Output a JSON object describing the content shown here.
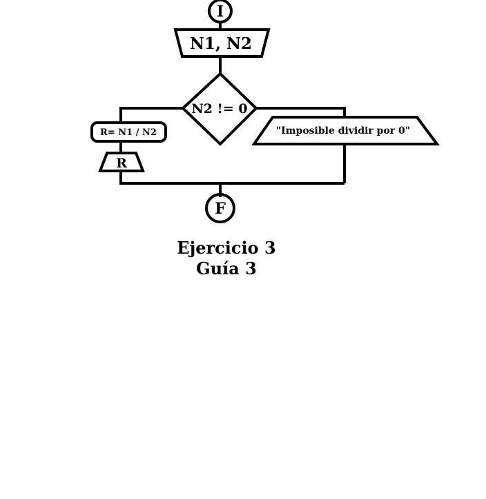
{
  "diagram": {
    "start_label": "I",
    "input_label": "N1, N2",
    "condition_label": "N2 != 0",
    "assign_label": "R= N1 / N2",
    "output_true_label": "R",
    "output_false_label": "\"Imposible dividir por 0\"",
    "end_label": "F"
  },
  "caption": {
    "line1": "Ejercicio 3",
    "line2": "Guía 3"
  }
}
